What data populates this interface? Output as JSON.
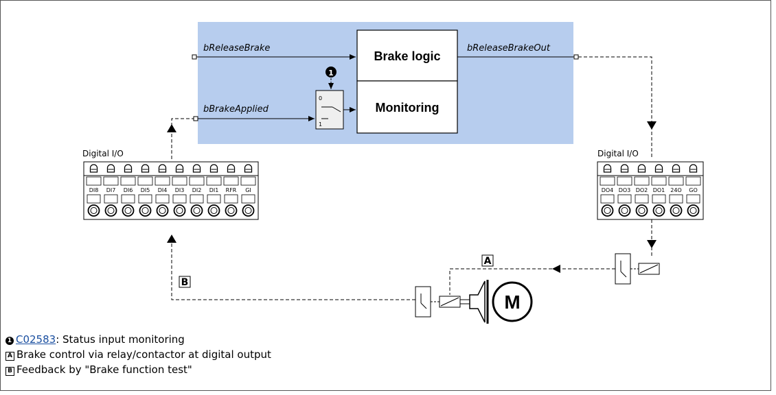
{
  "diagram": {
    "signals": {
      "release_brake": "bReleaseBrake",
      "brake_applied": "bBrakeApplied",
      "release_brake_out": "bReleaseBrakeOut"
    },
    "blocks": {
      "brake_logic": "Brake logic",
      "monitoring": "Monitoring"
    },
    "switch": {
      "input_0": "0",
      "input_1": "1"
    },
    "markers": {
      "one": "1",
      "a": "A",
      "b": "B"
    },
    "motor_label": "M",
    "digital_in": {
      "label": "Digital I/O",
      "terminals": [
        "DI8",
        "DI7",
        "DI6",
        "DI5",
        "DI4",
        "DI3",
        "DI2",
        "DI1",
        "RFR",
        "GI"
      ]
    },
    "digital_out": {
      "label": "Digital I/O",
      "terminals": [
        "DO4",
        "DO3",
        "DO2",
        "DO1",
        "24O",
        "GO"
      ]
    }
  },
  "legend": {
    "item1": {
      "marker": "1",
      "link": "C02583",
      "text": ": Status input monitoring"
    },
    "item2": {
      "marker": "A",
      "text": "Brake control via relay/contactor at digital output"
    },
    "item3": {
      "marker": "B",
      "text": "Feedback by \"Brake function test\""
    }
  },
  "colors": {
    "highlight": "#b7cdee",
    "link": "#1a4fa0"
  }
}
